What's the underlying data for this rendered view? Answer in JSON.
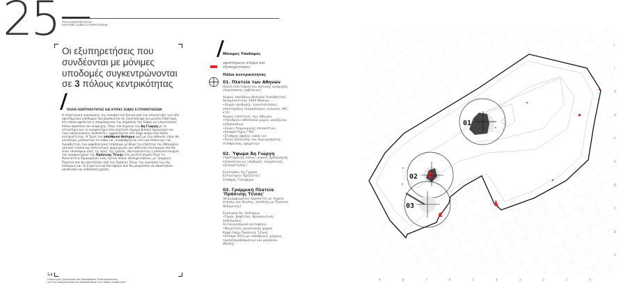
{
  "page_number": "25",
  "footer_page_number": "54",
  "section_label": [
    "ΠΟΛΟΙ ΚΕΝΤΡΙΚΟΤΗΤΑΣ",
    "ΚΑΙ ΚΥΡΙΕΣ ΖΩΝΕΣ ΕΞΥΠΗΡΕΤΗΣΕΩΝ"
  ],
  "heading": {
    "line1": "Οι εξυπηρετήσεις που",
    "line2": "συνδέονται με μόνιμες",
    "line3": "υποδομές συγκεντρώνονται",
    "line4_pre": "σε ",
    "line4_bold": "3",
    "line4_post": " πόλους κεντρικότητας"
  },
  "subheading": "ΠΟΛΟΙ ΚΕΝΤΡΙΚΟΤΗΤΑΣ ΚΑΙ ΚΥΡΙΕΣ ΖΩΝΕΣ ΕΞΥΠΗΡΕΤΗΣΕΩΝ",
  "paragraph": [
    {
      "t": "Η στρατηγική ανανέωσης του Λυκαβηττού ξεκινά από την επανένταξη των ήδη υφιστάμενων υποδομών που βρίσκονται σε εγκατάλειψη για μεγάλο διάστημα, στο οποίο οφείλεται η απομάκρυνση της σημασίας του λόφου ως υπερτοπικού πόλου πρασίνου και αναψυχής. Πλην του σημείου του ",
      "b": false
    },
    {
      "t": "Αη Γιώργη",
      "b": true
    },
    {
      "t": " με το εστιατόριο και το αναψυκτήριο που αποτελεί σήμερα βασικό προορισμό για τους υπερτοπικούς επισκέπτες, εμφανίζονται στο λόφο ακόμη δύο πόλοι κεντρικότητας. Η ζώνη του ",
      "b": false
    },
    {
      "t": "υπαίθριου θεάτρου",
      "b": true
    },
    {
      "t": " μαζί με την αίθουσα, όπου θα καταλήγει μελλοντικά το cable car, αναβαθμίζεται στο νέο επίκεντρο του Λυκαβηττού, ένα αμφιθεατρικό τοπόσημο με θέμα την εποπτεία του Αθηναϊκού αστικού τοπίου και πολιτιστική, ψυχαγωγική και αθλητική λειτουργία που θα είναι επισκέψιμο όλες τις ώρες της ημέρας. Δευτερευόντως η επαναλειτουργία του αναψυκτηρίου της ",
      "b": false
    },
    {
      "t": "Πράσινης Τένιας",
      "b": true
    },
    {
      "t": " στο γνωστό σημείο δίνει τη δυνατότητα δημιουργίας ενός τρίτου πόλου εξυπηρετήσεων, με Γραμμική Πλατεία που θα αποτελέσει από την Πράσινη Τένια, την εκκλησία των Αγ. Ισιδώρων και το Στρατιωτικό Καταφύγιο που θα μπορούσαν να αποκτήσουν μουσειακή και εκθεσιακή χρήση.",
      "b": false
    }
  ],
  "legend": {
    "permanent_title": "Μόνιμες Υποδομές",
    "existing_label": "υφιστάμενα κτίρια και εξυπηρετήσεις",
    "poles_title": "Πόλοι κεντρικότητας",
    "existing_color": "#e3242b"
  },
  "poles": [
    {
      "title": "01. Πλατεία των Αθηνών",
      "desc": "[ζώνη πολιτισμού και αστικής αναψυχής υπερτοπικής εμβέλειας]",
      "items": [
        "Χώρος υπαίθριου θεάτρου Λυκαβηττού δυναμικότητας 3000 θέσεων",
        "•Χώροι υποδοχής, εγκαταστάσεις υποστήριξης (παρασκήνια, κυλικείο, WC, κτλ)",
        "Χώρος εποπτείας των Αθηνών",
        "•Υπαίθριοι εκθεσιακοί χώροι, φιλοξενία εκδηλώσεων",
        "•Ζώνες δημιουργίας επισκεπτών",
        "•Αναψυκτήριο / WC",
        "•Σταθμός άφιξης cable car",
        "•Ζώνη διέλευσης και περιορισμένης στάθμευσης οχημάτων"
      ]
    },
    {
      "title": "02. Ύψωμα Άη Γιώργη",
      "desc": "[Υφιστάμενος πόλος, κύριος προορισμός επισκεπτών με υποδομές τουριστικής εξυπηρέτησης]",
      "items": [
        "Εκκλησάκι Αη Γιώργη",
        "Εστιατόριο 'Ορίζοντες'",
        "Σταθμός Τελεφερίκ"
      ]
    },
    {
      "title": "03. Γραμμική Πλατεία 'Πράσινης Τένιας'",
      "desc": "[Διαμορφωμένος περίπατος με σημεία στάσης και θέασης, σύνδεση με Πλατεία Δεξαμενής]",
      "items": [
        "Εκκλησία Αγ. Ισιδώρων",
        "•Γάμοι, βαφτίσια, θρησκευτικές εκδηλώσεις",
        "Αντιαεροπορικό καταφύγιο",
        "•Θεματικός μουσειακός χώρος",
        "Καφέ-Οκέμ Πράσινης Τένιας",
        "•Κτίσμα 50τμ με υπαίθριους χώρους τραπεζοκαθισμάτων και μπαλκόνι θέασης"
      ]
    }
  ],
  "footer_text": [
    "Στρατηγική Σχεδιασμού και Παρεμβάσεις Προτεραιότητας",
    "για την Αναζωογόνηση και Επανασύνδεση του Λόφου Λυκαβηττού"
  ],
  "map": {
    "pole_labels": [
      "01",
      "02",
      "03"
    ],
    "grid_rows": [
      "J",
      "I",
      "H",
      "G",
      "F",
      "E",
      "D",
      "C",
      "B",
      "A"
    ],
    "grid_cols": [
      "9",
      "8",
      "7",
      "6",
      "5",
      "4",
      "3",
      "2",
      "1",
      "0"
    ],
    "accent": "#e3242b"
  }
}
